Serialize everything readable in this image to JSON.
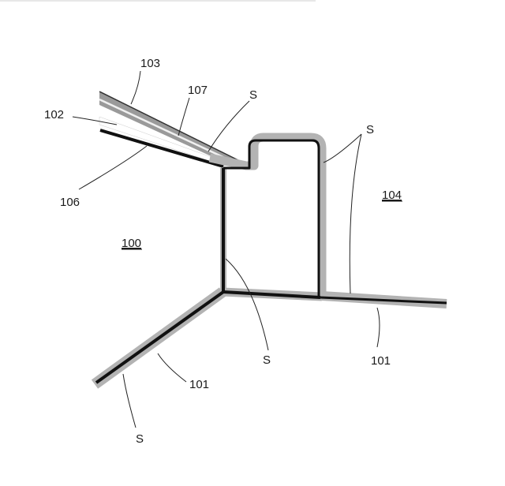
{
  "labels": {
    "wall_left": "100",
    "wall_right": "104",
    "floor_left": "101",
    "floor_right": "101",
    "ceiling_panel": "102",
    "ceiling_top": "103",
    "ceiling_edge": "106",
    "ceiling_inner": "107",
    "s_top": "S",
    "s_right": "S",
    "s_corner": "S",
    "s_bottom": "S"
  }
}
